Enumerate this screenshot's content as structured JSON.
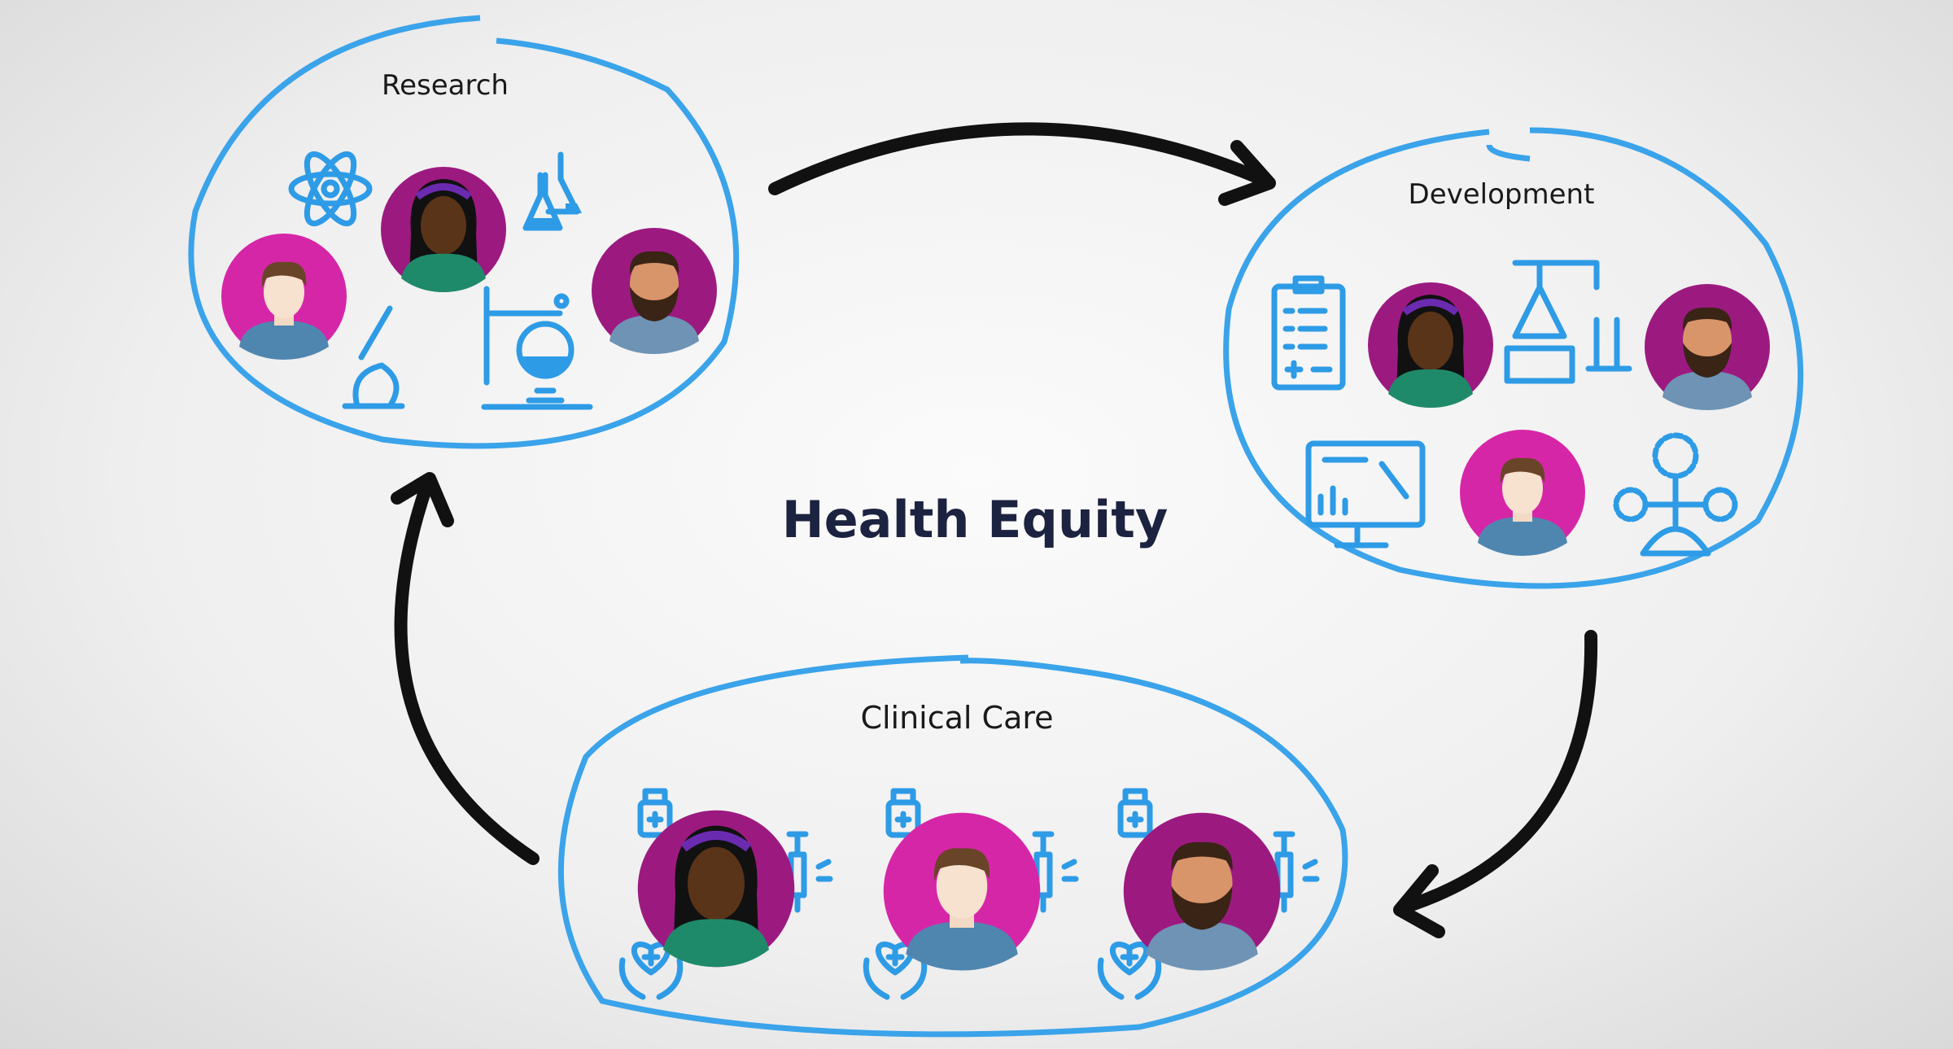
{
  "title": "Health Equity",
  "stages": {
    "research": {
      "label": "Research"
    },
    "development": {
      "label": "Development"
    },
    "clinical_care": {
      "label": "Clinical Care"
    }
  },
  "colors": {
    "ring": "#3aa3ea",
    "icon": "#2e9be6",
    "avatar_purple": "#9c1a80",
    "avatar_magenta": "#d626a8",
    "arrow": "#111111",
    "title": "#1c2340"
  }
}
